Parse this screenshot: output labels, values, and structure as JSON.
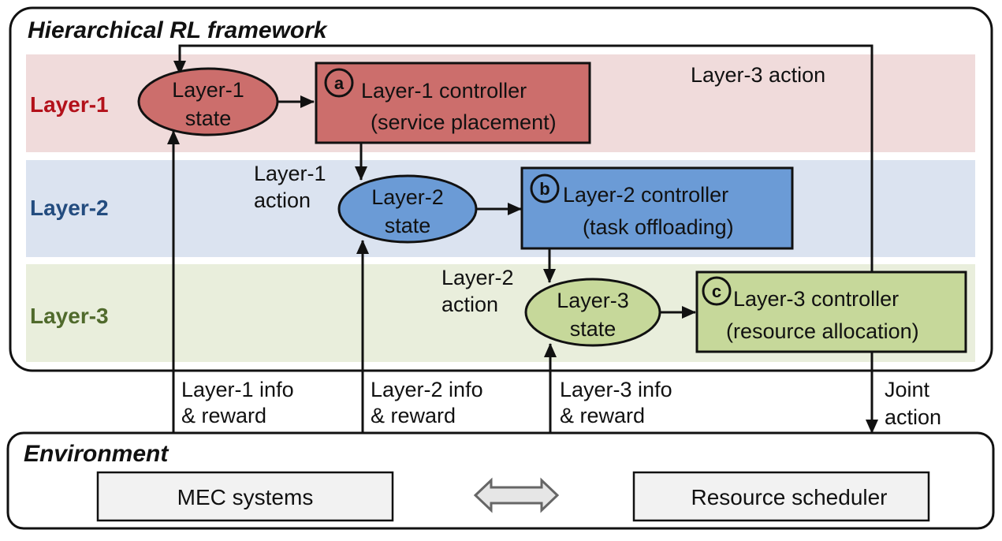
{
  "framework": {
    "title": "Hierarchical RL framework",
    "layers": [
      {
        "label": "Layer-1",
        "label_color": "#b3111a",
        "band_color": "#f0dbdb",
        "node_color": "#cc6e6c",
        "state": [
          "Layer-1",
          "state"
        ],
        "controller_badge": "a",
        "controller": [
          "Layer-1 controller",
          "(service placement)"
        ]
      },
      {
        "label": "Layer-2",
        "label_color": "#234c7f",
        "band_color": "#dbe3f0",
        "node_color": "#6b9bd6",
        "state": [
          "Layer-2",
          "state"
        ],
        "controller_badge": "b",
        "controller": [
          "Layer-2 controller",
          "(task offloading)"
        ]
      },
      {
        "label": "Layer-3",
        "label_color": "#506a2c",
        "band_color": "#e9eedc",
        "node_color": "#c6d89a",
        "state": [
          "Layer-3",
          "state"
        ],
        "controller_badge": "c",
        "controller": [
          "Layer-3 controller",
          "(resource allocation)"
        ]
      }
    ],
    "edge_labels": {
      "layer1_action": [
        "Layer-1",
        "action"
      ],
      "layer2_action": [
        "Layer-2",
        "action"
      ],
      "layer3_action": "Layer-3 action",
      "layer1_info": [
        "Layer-1 info",
        "& reward"
      ],
      "layer2_info": [
        "Layer-2 info",
        "& reward"
      ],
      "layer3_info": [
        "Layer-3 info",
        "& reward"
      ],
      "joint_action": [
        "Joint",
        "action"
      ]
    }
  },
  "environment": {
    "title": "Environment",
    "left_box": "MEC systems",
    "right_box": "Resource scheduler",
    "box_fill": "#f2f2f2",
    "arrow_fill": "#e6e6e6"
  }
}
